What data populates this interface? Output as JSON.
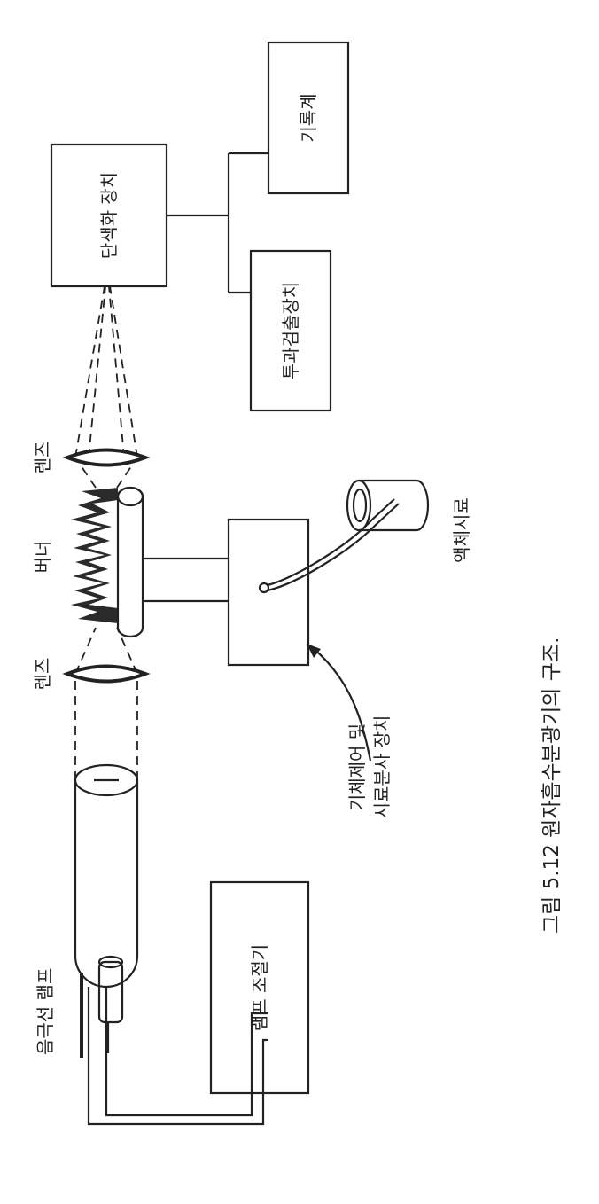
{
  "labels": {
    "lamp": "음극선 램프",
    "lamp_controller": "램프 조절기",
    "lens_1": "렌즈",
    "burner": "버너",
    "lens_2": "렌즈",
    "gas_control": "기체제어 및",
    "gas_control_2": "시료분사 장치",
    "liquid_sample": "액체시료",
    "monochromator": "단색화 장치",
    "detector": "투과검출장치",
    "recorder": "기록계"
  },
  "caption": "그림 5.12 원자흡수분광기의 구조."
}
